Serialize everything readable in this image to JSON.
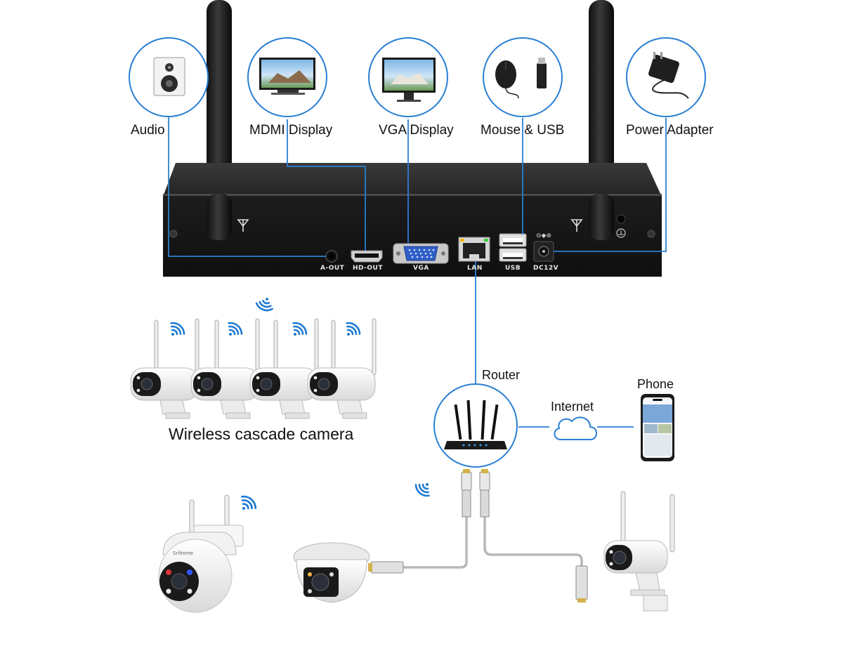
{
  "devices": {
    "audio": "Audio",
    "hdmi_display": "MDMI Display",
    "vga_display": "VGA Display",
    "mouse_usb": "Mouse & USB",
    "power_adapter": "Power Adapter",
    "router": "Router",
    "internet": "Internet",
    "phone": "Phone",
    "wireless_cameras": "Wireless cascade camera"
  },
  "ports": {
    "a_out": "A-OUT",
    "hd_out": "HD-OUT",
    "vga": "VGA",
    "lan": "LAN",
    "usb": "USB",
    "dc12v": "DC12V"
  },
  "camera_brand": "Srihome",
  "colors": {
    "line_blue": "#2a7fd4",
    "cable_gray": "#b8b8b8",
    "nvr_body": "#1e1e1e",
    "wifi_blue": "#1f7bd2",
    "vga_port_blue": "#2f5fc6"
  },
  "icons": [
    "speaker-icon",
    "monitor-icon",
    "mouse-icon",
    "usb-dongle-icon",
    "power-adapter-icon",
    "router-icon",
    "cloud-icon",
    "phone-icon",
    "wifi-icon",
    "antenna-icon",
    "camera-icon"
  ]
}
